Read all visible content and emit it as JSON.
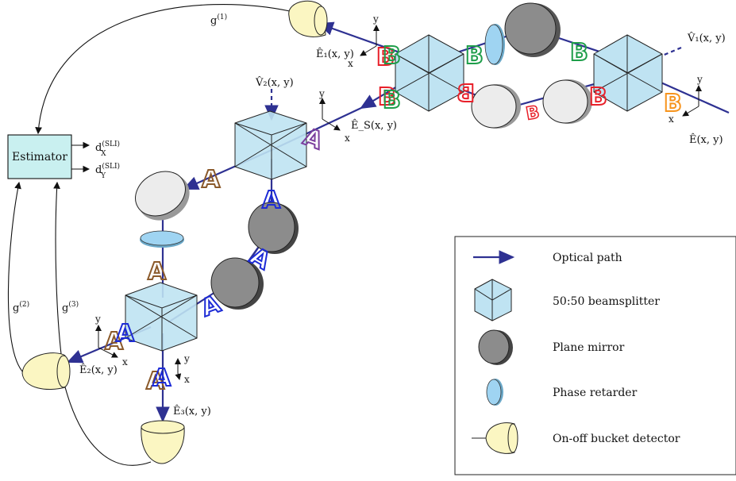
{
  "estimator": {
    "label": "Estimator"
  },
  "outputs": {
    "dx": "d",
    "dx_sup": "(SLI)",
    "dx_sub": "X",
    "dy": "d",
    "dy_sup": "(SLI)",
    "dy_sub": "Y"
  },
  "feedback": {
    "g1": "g",
    "g1_sup": "(1)",
    "g2": "g",
    "g2_sup": "(2)",
    "g3": "g",
    "g3_sup": "(3)"
  },
  "fields": {
    "E": "Ê(x, y)",
    "V1": "V̂₁(x, y)",
    "V2": "V̂₂(x, y)",
    "E1": "Ê₁(x, y)",
    "ES": "Ê_S(x, y)",
    "E2": "Ê₂(x, y)",
    "E3": "Ê₃(x, y)"
  },
  "axes": {
    "x": "x",
    "y": "y"
  },
  "glyphs": {
    "A": "A",
    "B": "B"
  },
  "legend": {
    "items": [
      {
        "label": "Optical path",
        "icon": "arrow-icon"
      },
      {
        "label": "50:50 beamsplitter",
        "icon": "beamsplitter-icon"
      },
      {
        "label": "Plane mirror",
        "icon": "mirror-icon"
      },
      {
        "label": "Phase retarder",
        "icon": "retarder-icon"
      },
      {
        "label": "On-off bucket detector",
        "icon": "detector-icon"
      }
    ]
  },
  "colors": {
    "beam": "#2e3192",
    "cube_fill": "#bfe3f2",
    "mirror_fill": "#8c8c8c",
    "light_mirror": "#ececec",
    "retarder": "#9fd4f2",
    "detector": "#fbf6c2",
    "estimator": "#c9f0f0",
    "glyph_red": "#e8202a",
    "glyph_green": "#1e9e4a",
    "glyph_orange": "#f7941d",
    "glyph_purple": "#7b3f9e",
    "glyph_brown": "#8b5a2b",
    "glyph_blue": "#1d2bd6"
  }
}
